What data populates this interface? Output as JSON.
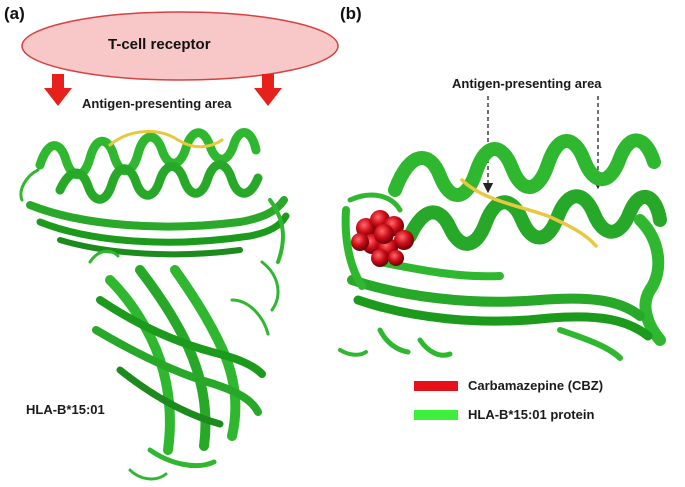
{
  "panel_a": {
    "label": "(a)",
    "receptor_label": "T-cell receptor",
    "area_label": "Antigen-presenting area",
    "protein_label": "HLA-B*15:01",
    "colors": {
      "ellipse_fill": "#f8c8c8",
      "ellipse_stroke": "#d84040",
      "arrow": "#e8201c",
      "ribbon": "#2fb82f",
      "ribbon_dark": "#1c8a1c",
      "peptide": "#e8c840"
    }
  },
  "panel_b": {
    "label": "(b)",
    "area_label": "Antigen-presenting area",
    "legend": [
      {
        "label": "Carbamazepine (CBZ)",
        "color": "#e8101a"
      },
      {
        "label": "HLA-B*15:01 protein",
        "color": "#3cf03c"
      }
    ],
    "colors": {
      "ribbon": "#2fb82f",
      "ribbon_dark": "#1c8a1c",
      "ligand": "#c8101c",
      "peptide": "#e8c840",
      "arrow": "#222222"
    }
  }
}
